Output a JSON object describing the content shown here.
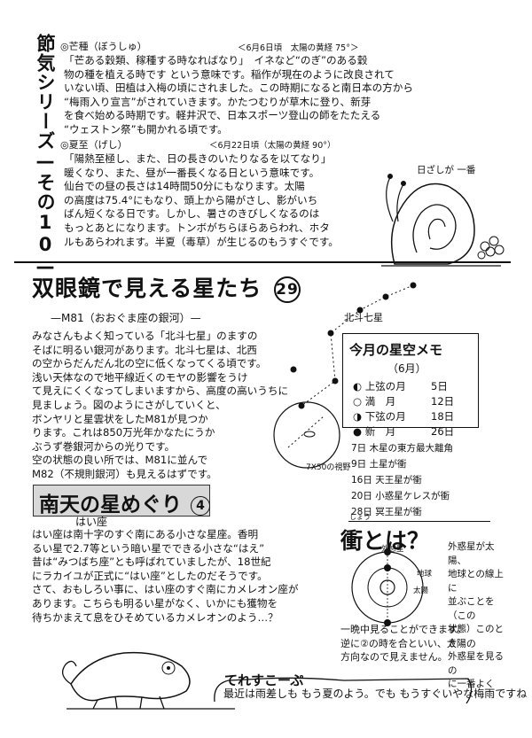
{
  "series": {
    "title": "節気シリーズ—その10—"
  },
  "boshu": {
    "heading": "◎芒種（ぼうしゅ）",
    "date": "＜6月6日頃　太陽の黄経 75°＞",
    "lines": [
      "「芒ある穀類、稼種する時なればなり」　イネなど“のぎ”のある穀",
      "物の種を植える時です という意味です。稲作が現在のように改良されて",
      "いない頃、田植は入梅の頃にされました。この時期になると南日本の方から",
      "“梅雨入り宣言”がされていきます。かたつむりが草木に登り、新芽",
      "を食べ始める時期です。軽井沢で、日本スポーツ登山の師をたたえる",
      "“ウェストン祭”も開かれる頃です。"
    ]
  },
  "geshi": {
    "heading": "◎夏至（げし）",
    "date": "＜6月22日頃（太陽の黄経 90°）",
    "side_label": "日ざしが 一番",
    "lines": [
      "「陽熱至極し、また、日の長きのいたりなるを以てなり」",
      "暖くなり、また、昼が一番長くなる日という意味です。",
      "仙台での昼の長さは14時間50分にもなります。太陽",
      "の高度は75.4°にもなり、頭上から陽がさし、影がいち",
      "ばん短くなる日です。しかし、暑さのきびしくなるのは",
      "もっとあとになります。トンボがちらほらあらわれ、ホタ",
      "ルもあらわれます。半夏（毒草）が生じるのもうすぐです。"
    ]
  },
  "binocular": {
    "title": "双眼鏡で見える星たち",
    "number": "29",
    "subtitle": "—M81（おおぐま座の銀河）—",
    "big_dipper_label": "北斗七星",
    "view_label": "7X50の視野",
    "lines": [
      "みなさんもよく知っている「北斗七星」のますの",
      "そばに明るい銀河があります。北斗七星は、北西",
      "の空からだんだん北の空に低くなってくる頃です。",
      "浅い天体なので地平線近くのモヤの影響をうけ",
      "て見えにくくなってしまいますから、高度の高いうちに",
      "見ましょう。図のようにさがしていくと、",
      "ボンヤリと星雲状をしたM81が見つか",
      "ります。これは850万光年かなたにうか",
      "ぶうず巻銀河からの光りです。",
      "空の状態の良い所では、M81に並んで",
      "M82（不規則銀河）も見えるはずです。"
    ]
  },
  "memo": {
    "title": "今月の星空メモ",
    "month": "（6月）",
    "moon_phases": [
      {
        "label": "上弦の月",
        "day": "5日"
      },
      {
        "label": "満　月",
        "day": "12日"
      },
      {
        "label": "下弦の月",
        "day": "18日"
      },
      {
        "label": "新　月",
        "day": "26日"
      }
    ],
    "events": [
      "7日 木星の東方最大離角",
      "9日 土星が衝",
      "16日 天王星が衝",
      "20日 小惑星ケレスが衝",
      "28日 冥王星が衝"
    ]
  },
  "south": {
    "title": "南天の星めぐり",
    "number": "4",
    "subtitle": "はい座",
    "lines": [
      "はい座は南十字のすぐ南にある小さな星座。香明",
      "るい星で2.7等という暗い星でできる小さな“はえ”",
      "昔は“みつばち座”とも呼ばれていましたが、18世紀",
      "にラカイユが正式に“はい座”としたのだそうです。",
      "さて、おもしろい事に、はい座のすぐ南にカメレオン座が",
      "あります。こちらも明るい星がなく、いかにも獲物を",
      "待ちかまえて息をひそめているカメレオンのよう…？"
    ]
  },
  "shou": {
    "title": "衝とは？",
    "ruby": "しょう",
    "diagram_labels": {
      "outer": "外惑星",
      "earth": "地球",
      "sun": "太陽"
    },
    "side_lines": [
      "外惑星が太陽、",
      "地球との線上に",
      "並ぶことを（この",
      "状態）このとき",
      "外惑星を見るの",
      "に一番よく"
    ],
    "bottom_lines": [
      "一晩中見ることができます。",
      "逆に②の時を合といい、太陽の",
      "方向なので見えません。"
    ]
  },
  "tenzu": {
    "title": "てれすこーぷ",
    "body": "最近は雨差しも もう夏のよう。でも もうすぐいやな梅雨ですね"
  }
}
